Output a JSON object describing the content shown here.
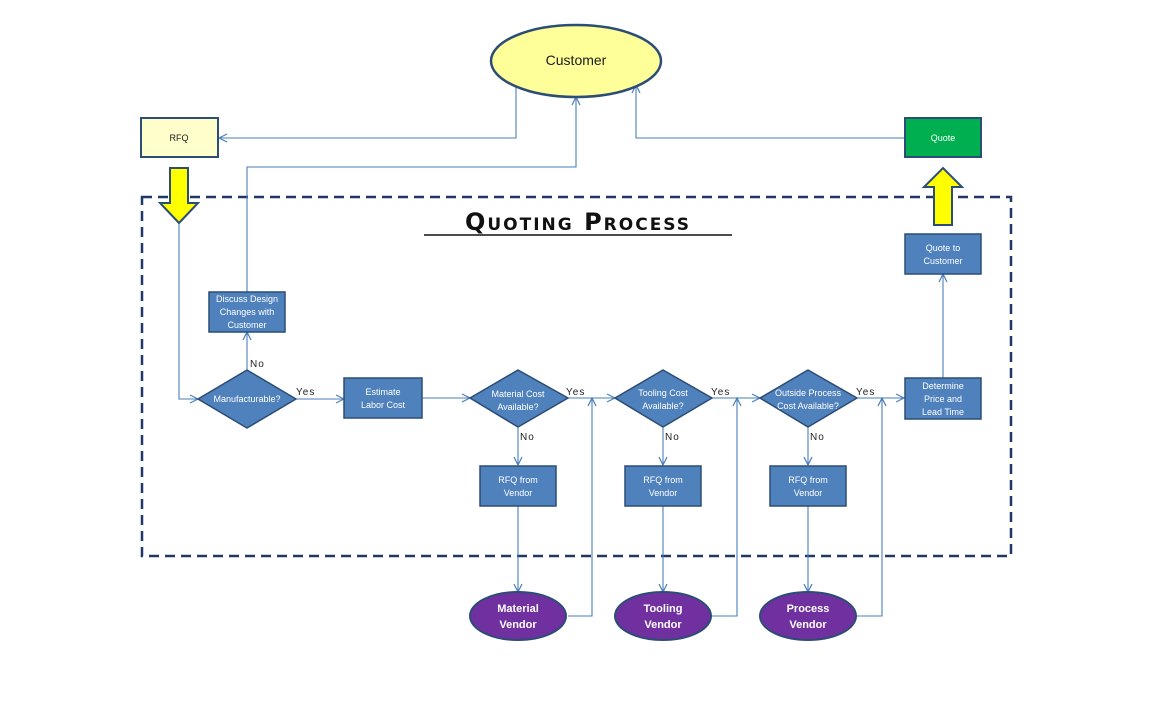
{
  "title": "Quoting Process",
  "colors": {
    "process_fill": "#4f81bd",
    "process_stroke": "#2c4d75",
    "customer_fill": "#ffff99",
    "rfq_fill": "#ffffcc",
    "quote_fill": "#00b050",
    "vendor_fill": "#7030a0",
    "arrow_fill": "#ffff00",
    "connector": "#4a7ebb",
    "boundary": "#1f3864"
  },
  "nodes": {
    "customer": "Customer",
    "rfq": "RFQ",
    "quote": "Quote",
    "discuss_design": [
      "Discuss Design",
      "Changes with",
      "Customer"
    ],
    "manufacturable": "Manufacturable?",
    "estimate_labor": [
      "Estimate",
      "Labor Cost"
    ],
    "material_cost": [
      "Material Cost",
      "Available?"
    ],
    "tooling_cost": [
      "Tooling Cost",
      "Available?"
    ],
    "outside_process": [
      "Outside Process",
      "Cost Available?"
    ],
    "determine_price": [
      "Determine",
      "Price and",
      "Lead Time"
    ],
    "quote_to_customer": [
      "Quote to",
      "Customer"
    ],
    "rfq_material": [
      "RFQ from",
      "Vendor"
    ],
    "rfq_tooling": [
      "RFQ from",
      "Vendor"
    ],
    "rfq_process": [
      "RFQ from",
      "Vendor"
    ],
    "material_vendor": [
      "Material",
      "Vendor"
    ],
    "tooling_vendor": [
      "Tooling",
      "Vendor"
    ],
    "process_vendor": [
      "Process",
      "Vendor"
    ]
  },
  "edge_labels": {
    "yes": "Yes",
    "no": "No"
  }
}
